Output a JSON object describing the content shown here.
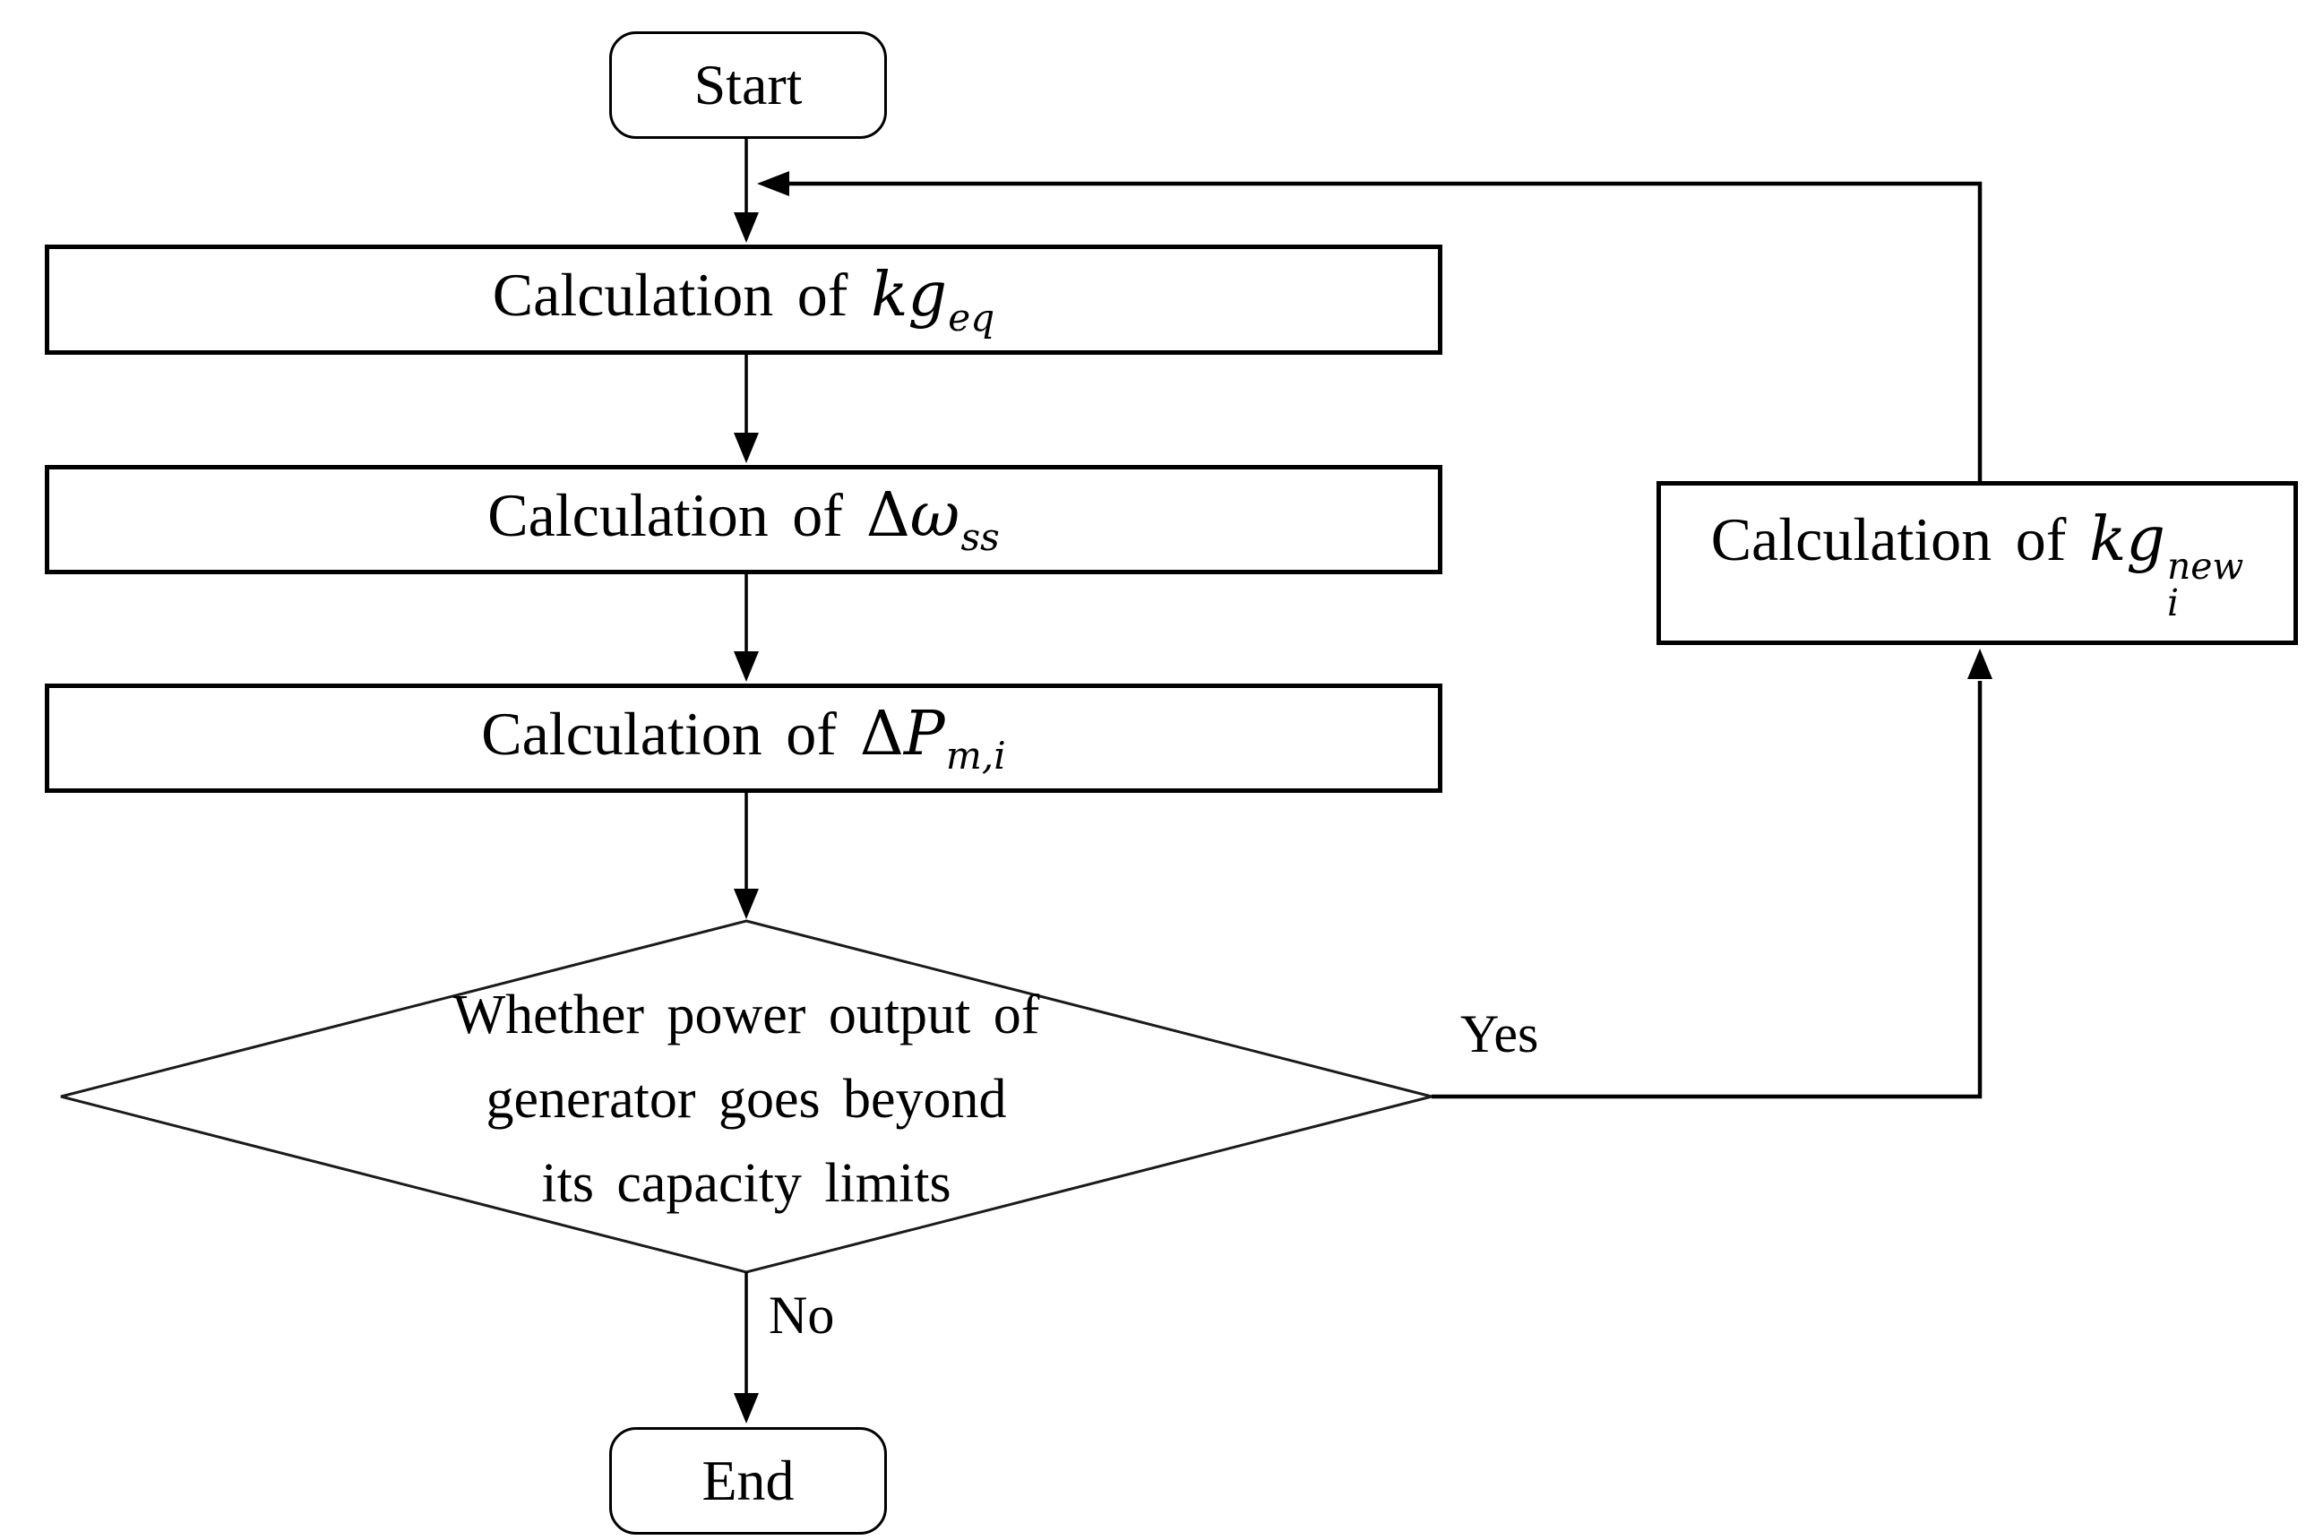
{
  "page": {
    "background_color": "#ffffff",
    "line_color": "#000000",
    "text_color": "#000000"
  },
  "nodes": {
    "start": {
      "label": "Start"
    },
    "calc_kg_eq": {
      "prefix": "Calculation of",
      "base": "kg",
      "sub": "eq"
    },
    "calc_dw_ss": {
      "prefix": "Calculation of",
      "delta": "Δ",
      "base": "ω",
      "sub": "ss"
    },
    "calc_dp_mi": {
      "prefix": "Calculation of",
      "delta": "Δ",
      "base": "P",
      "sub": "m,i"
    },
    "decision": {
      "line1": "Whether power output of",
      "line2": "generator goes beyond",
      "line3": "its capacity limits"
    },
    "calc_kg_new": {
      "prefix": "Calculation of",
      "base": "kg",
      "sup": "new",
      "sub": "i"
    },
    "end": {
      "label": "End"
    }
  },
  "edges": {
    "yes_label": "Yes",
    "no_label": "No"
  }
}
